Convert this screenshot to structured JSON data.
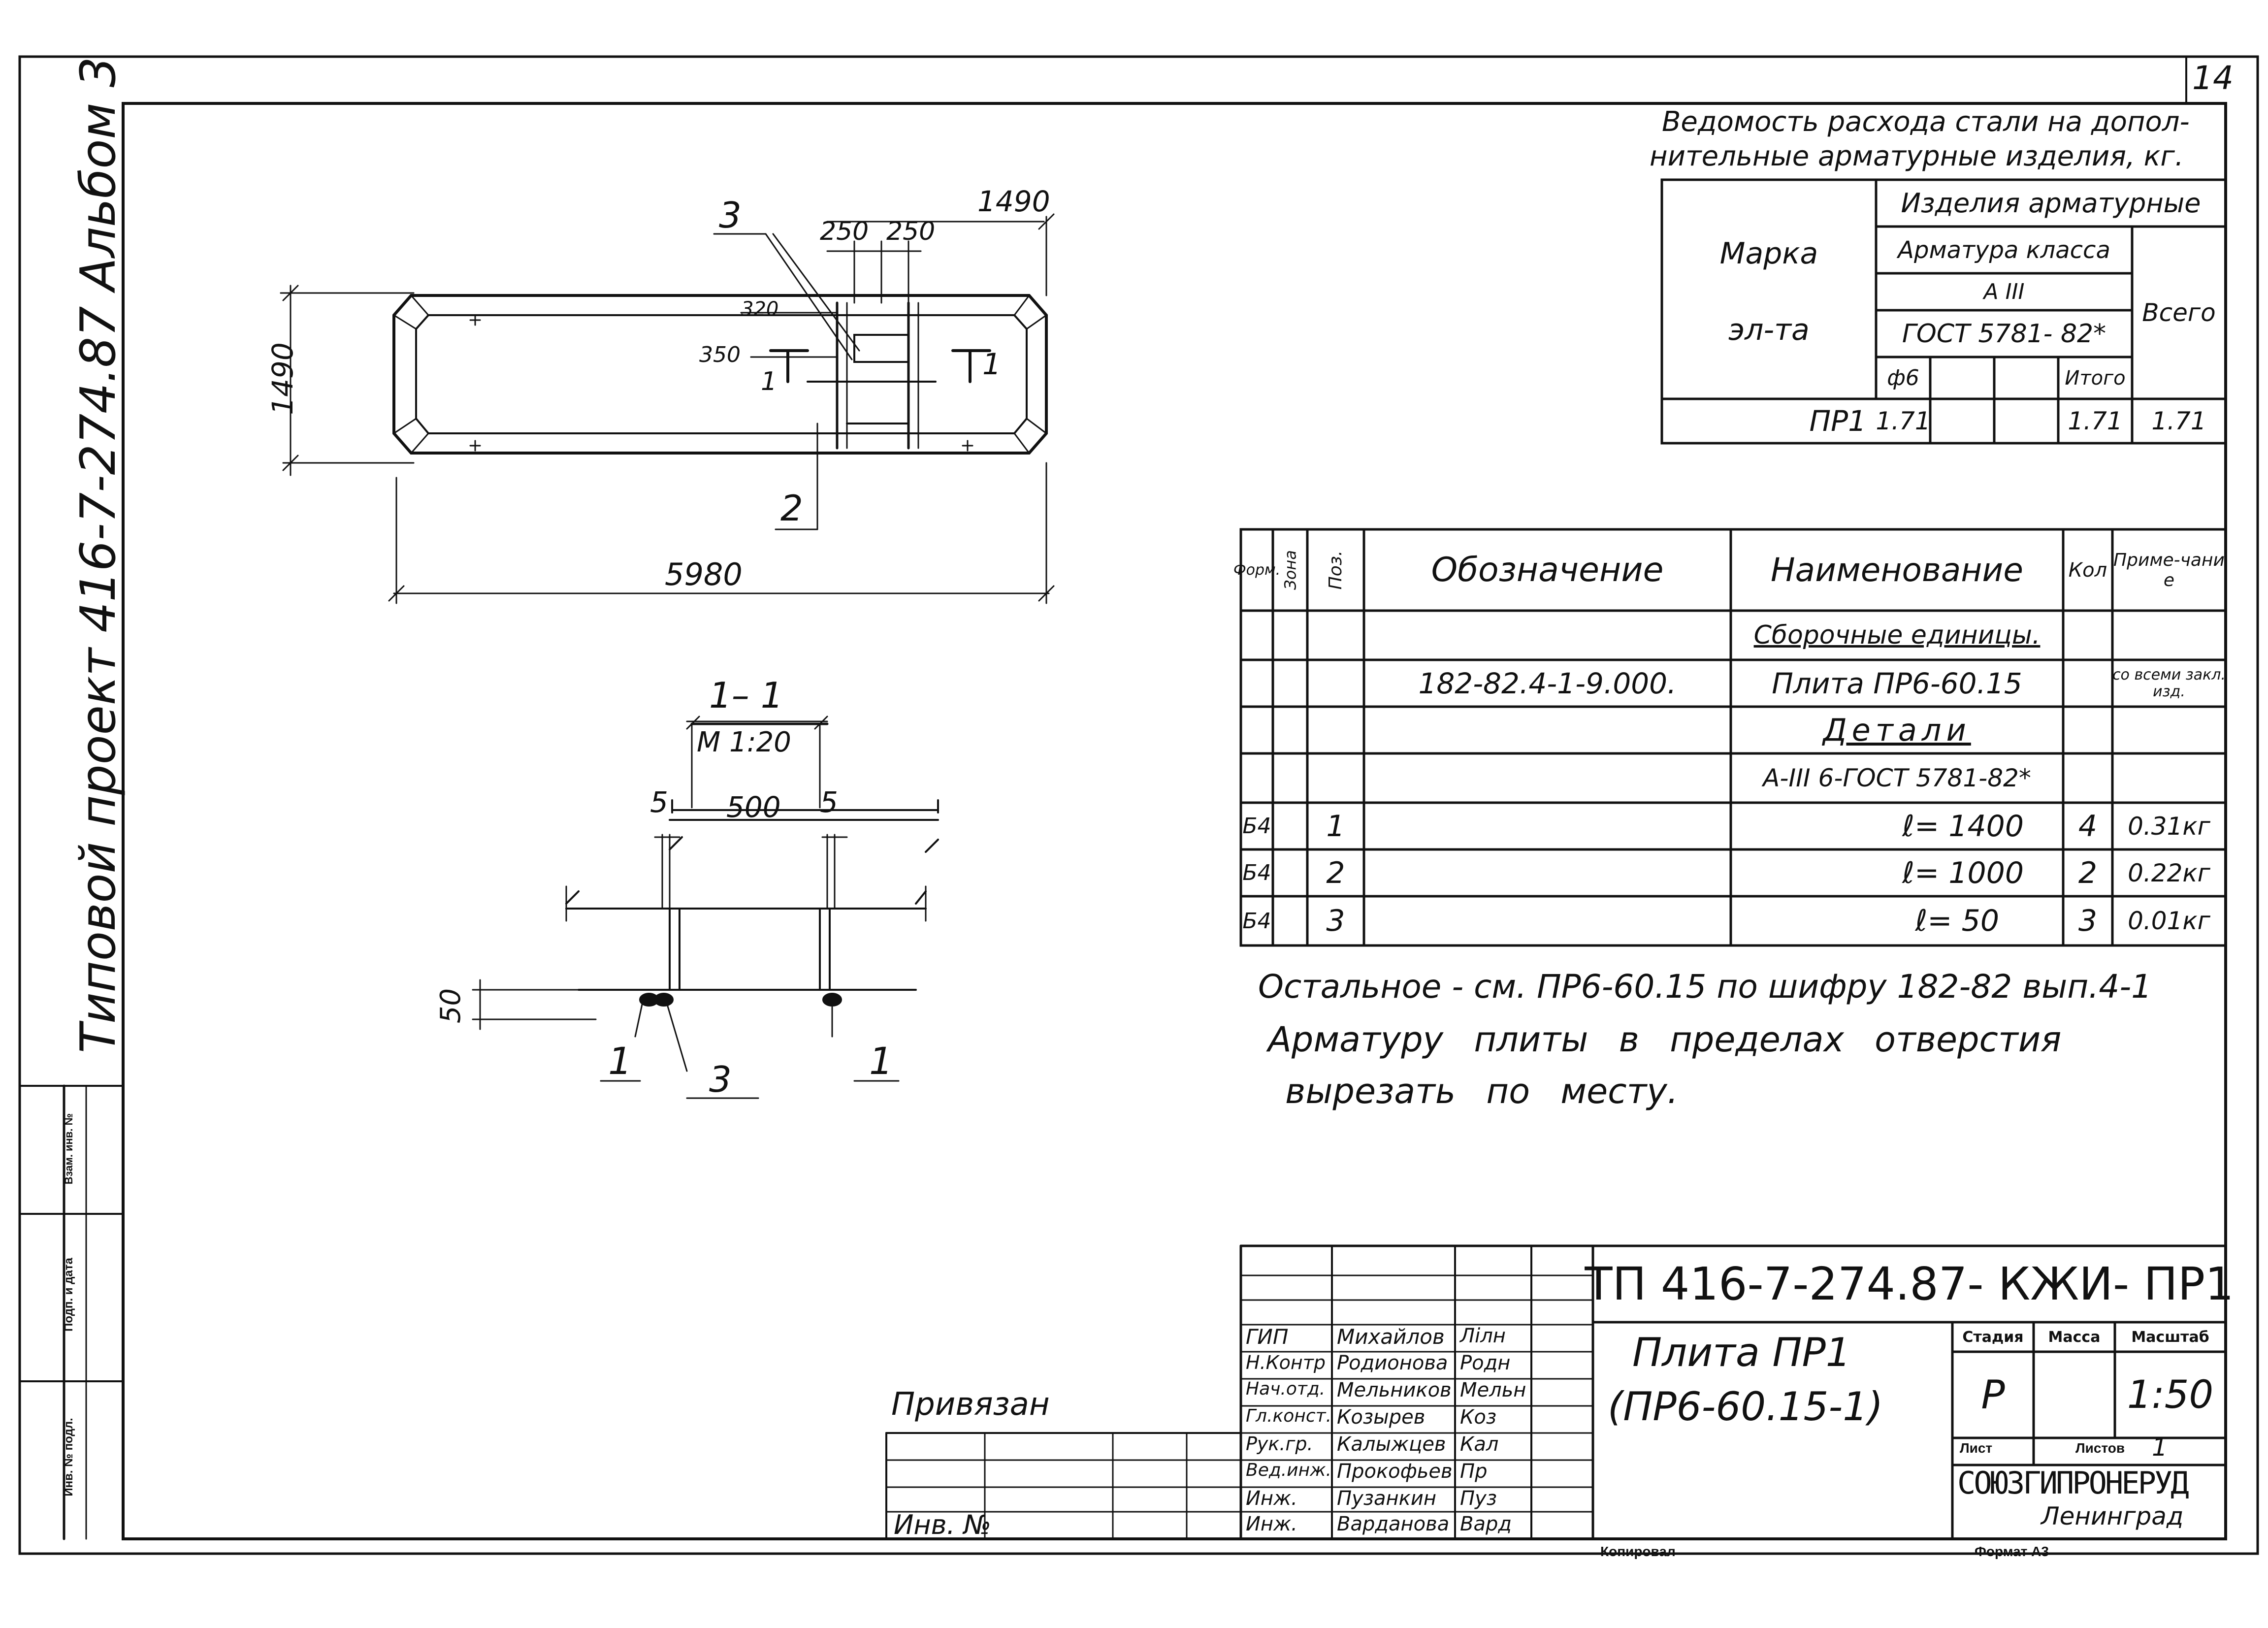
{
  "sheet_number": "14",
  "side_title": "Типовой проект 416-7-274.87 Альбом 3",
  "side_stamps": [
    "Инв. № подл.",
    "Подп. и дата",
    "Взам. инв. №"
  ],
  "plan": {
    "callout_3": "3",
    "callout_2": "2",
    "dim_total_length": "5980",
    "dim_width": "1490",
    "dim_right": "1490",
    "dim_250_a": "250",
    "dim_250_b": "250",
    "dim_320": "320",
    "dim_350": "350",
    "section_mark_left": "1",
    "section_mark_right": "1"
  },
  "section": {
    "title": "1– 1",
    "scale": "М 1:20",
    "dim_5_left": "5",
    "dim_500": "500",
    "dim_5_right": "5",
    "dim_50": "50",
    "callout_1_left": "1",
    "callout_3": "3",
    "callout_1_right": "1"
  },
  "steel_table": {
    "title_line1": "Ведомость расхода стали на допол-",
    "title_line2": "нительные арматурные изделия, кг.",
    "col_mark": "Марка",
    "col_mark2": "эл-та",
    "col_products": "Изделия арматурные",
    "col_class": "Арматура класса",
    "col_class_value": "А III",
    "col_gost": "ГОСТ 5781- 82*",
    "col_d6": "ф6",
    "col_itogo": "Итого",
    "col_total": "Всего",
    "row_mark": "ПР1",
    "row_d6": "1.71",
    "row_itogo": "1.71",
    "row_total": "1.71"
  },
  "spec_table": {
    "headers": [
      "Форм.",
      "Зона",
      "Поз.",
      "Обозначение",
      "Наименование",
      "Кол",
      "Приме-чание"
    ],
    "rows": [
      {
        "fmt": "",
        "zone": "",
        "pos": "",
        "designation": "",
        "name": "Сборочные единицы.",
        "qty": "",
        "note": ""
      },
      {
        "fmt": "",
        "zone": "",
        "pos": "",
        "designation": "182-82.4-1-9.000.",
        "name": "Плита ПР6-60.15",
        "qty": "",
        "note": "со всеми закл. изд."
      },
      {
        "fmt": "",
        "zone": "",
        "pos": "",
        "designation": "",
        "name": "Детали",
        "qty": "",
        "note": ""
      },
      {
        "fmt": "",
        "zone": "",
        "pos": "",
        "designation": "",
        "name": "А-III 6-ГОСТ 5781-82*",
        "qty": "",
        "note": ""
      },
      {
        "fmt": "Б4",
        "zone": "",
        "pos": "1",
        "designation": "",
        "name": "ℓ= 1400",
        "qty": "4",
        "note": "0.31кг"
      },
      {
        "fmt": "Б4",
        "zone": "",
        "pos": "2",
        "designation": "",
        "name": "ℓ= 1000",
        "qty": "2",
        "note": "0.22кг"
      },
      {
        "fmt": "Б4",
        "zone": "",
        "pos": "3",
        "designation": "",
        "name": "ℓ= 50",
        "qty": "3",
        "note": "0.01кг"
      }
    ]
  },
  "notes": [
    "Остальное - см. ПР6-60.15 по шифру 182-82 вып.4-1",
    "Арматуру плиты в пределах отверстия",
    "вырезать по месту."
  ],
  "title_block": {
    "code": "ТП 416-7-274.87- КЖИ- ПР1",
    "name_line1": "Плита ПР1",
    "name_line2": "(ПР6-60.15-1)",
    "stage_label": "Стадия",
    "mass_label": "Масса",
    "scale_label": "Масштаб",
    "stage": "Р",
    "scale": "1:50",
    "sheet_label": "Лист",
    "sheets_label": "Листов",
    "sheets": "1",
    "org": "СОЮЗГИПРОНЕРУД",
    "city": "Ленинград",
    "privyazan": "Привязан",
    "inv_no": "Инв. №",
    "signers": [
      {
        "role": "ГИП",
        "name": "Михайлов",
        "sign": "Лілн"
      },
      {
        "role": "Н.Контр",
        "name": "Родионова",
        "sign": "Родн"
      },
      {
        "role": "Нач.отд.",
        "name": "Мельников",
        "sign": "Мельн"
      },
      {
        "role": "Гл.конст.",
        "name": "Козырев",
        "sign": "Коз"
      },
      {
        "role": "Рук.гр.",
        "name": "Калыжцев",
        "sign": "Кал"
      },
      {
        "role": "Вед.инж.",
        "name": "Прокофьев",
        "sign": "Пр"
      },
      {
        "role": "Инж.",
        "name": "Пузанкин",
        "sign": "Пуз"
      },
      {
        "role": "Инж.",
        "name": "Варданова",
        "sign": "Вард"
      }
    ]
  },
  "footer": {
    "copied": "Копировал",
    "format": "Формат А3"
  }
}
